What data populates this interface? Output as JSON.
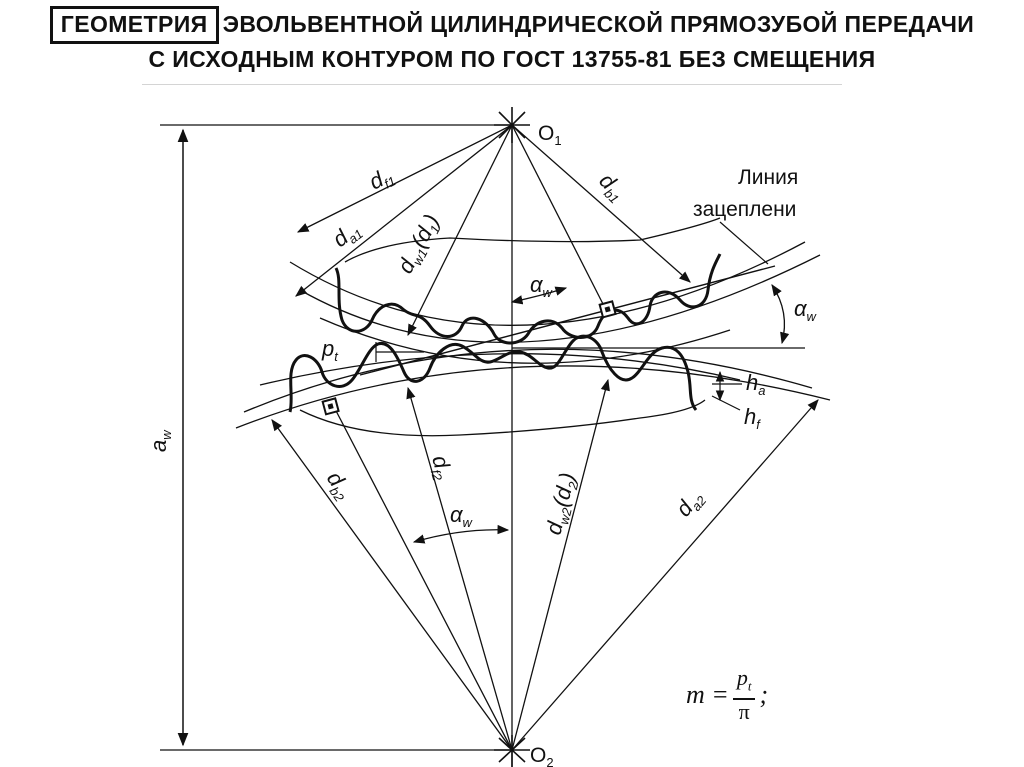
{
  "title": {
    "boxed_word": "ГЕОМЕТРИЯ",
    "line1_rest": "ЭВОЛЬВЕНТНОЙ ЦИЛИНДРИЧЕСКОЙ ПРЯМОЗУБОЙ ПЕРЕДАЧИ",
    "line2": "С ИСХОДНЫМ КОНТУРОМ ПО ГОСТ 13755-81 БЕЗ СМЕЩЕНИЯ"
  },
  "labels": {
    "o1": "O",
    "o1_sub": "1",
    "o2": "O",
    "o2_sub": "2",
    "line_of_action_1": "Линия",
    "line_of_action_2": "зацеплени",
    "df1": "d",
    "df1_sub": "f1",
    "da1": "d",
    "da1_sub": "a1",
    "dw1": "d",
    "dw1_sub": "w1",
    "dw1_paren": "(d",
    "dw1_paren_sub": "1",
    "dw1_close": ")",
    "db1": "d",
    "db1_sub": "b1",
    "alpha_w_upper": "α",
    "alpha_w_upper_sub": "w",
    "alpha_w_right": "α",
    "alpha_w_right_sub": "w",
    "alpha_w_lower": "α",
    "alpha_w_lower_sub": "w",
    "pt": "p",
    "pt_sub": "t",
    "ha": "h",
    "ha_sub": "a",
    "hf": "h",
    "hf_sub": "f",
    "aw": "a",
    "aw_sub": "w",
    "db2": "d",
    "db2_sub": "b2",
    "df2": "d",
    "df2_sub": "f2",
    "dw2": "d",
    "dw2_sub": "w2",
    "dw2_paren": "(d",
    "dw2_paren_sub": "2",
    "dw2_close": ")",
    "da2": "d",
    "da2_sub": "a2"
  },
  "formula": {
    "lhs": "m =",
    "numerator": "p",
    "numerator_sub": "t",
    "denominator": "π",
    "tail": ";"
  }
}
